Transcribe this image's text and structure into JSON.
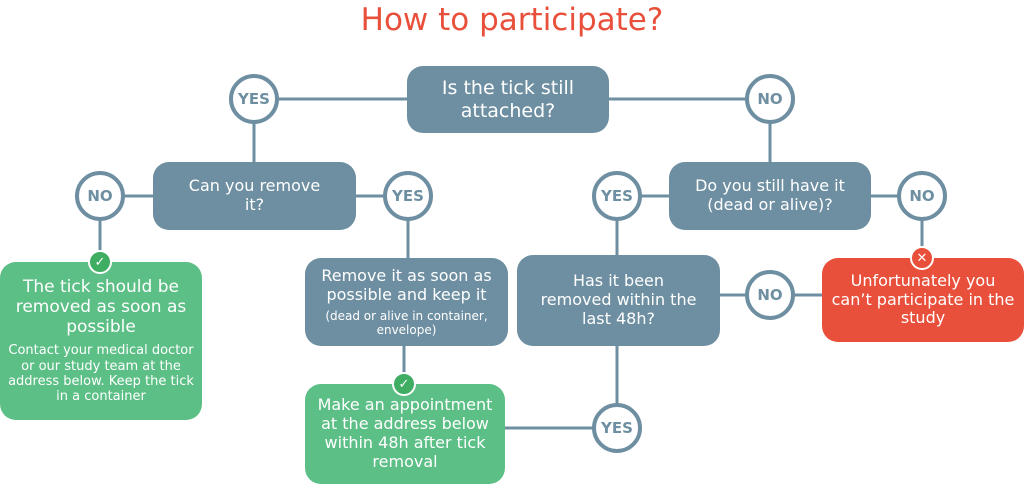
{
  "title": "How to participate?",
  "colors": {
    "title": "#e9503b",
    "question": "#6e8fa1",
    "success": "#5cbf86",
    "failure": "#e9503b"
  },
  "nodes": {
    "q_attached": "Is the tick still attached?",
    "q_remove": "Can you remove it?",
    "q_have": "Do you still have it (dead or alive)?",
    "q_48h": "Has it been removed within the last 48h?",
    "remove_keep": {
      "main": "Remove it as soon as possible and keep it",
      "note": "(dead or alive in container, envelope)"
    },
    "removed_asap": {
      "main": "The tick should be removed as soon as possible",
      "note": "Contact your medical doctor or our study team at the address below. Keep the tick in a container"
    },
    "appointment": "Make an appointment at the address below within 48h after tick removal",
    "cannot": "Unfortunately you can’t participate in the study"
  },
  "answers": {
    "yes": "YES",
    "no": "NO"
  },
  "icons": {
    "check": "check-icon",
    "cross": "cross-icon"
  }
}
